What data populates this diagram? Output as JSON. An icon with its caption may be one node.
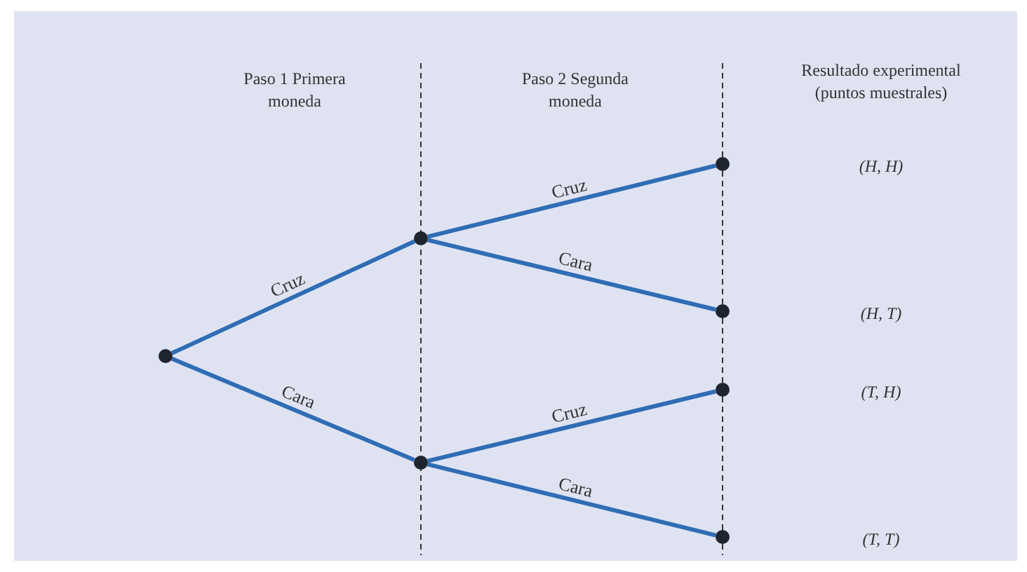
{
  "diagram": {
    "nodes": [
      {
        "text": [],
        "shape": "circle"
      },
      {
        "text": [],
        "shape": "circle"
      },
      {
        "text": [],
        "shape": "circle"
      },
      {
        "text": [],
        "shape": "circle"
      },
      {
        "text": [],
        "shape": "circle"
      },
      {
        "text": [],
        "shape": "circle"
      },
      {
        "text": [],
        "shape": "circle"
      }
    ],
    "edges": [
      {
        "from": 0,
        "to": 1,
        "arrow": "none",
        "label": "Cruz"
      },
      {
        "from": 0,
        "to": 2,
        "arrow": "none",
        "label": "Cara"
      },
      {
        "from": 1,
        "to": 3,
        "arrow": "none",
        "label": "Cruz"
      },
      {
        "from": 1,
        "to": 4,
        "arrow": "none",
        "label": "Cara"
      },
      {
        "from": 2,
        "to": 5,
        "arrow": "none",
        "label": "Cruz"
      },
      {
        "from": 2,
        "to": 6,
        "arrow": "none",
        "label": "Cara"
      }
    ],
    "labels": [
      "Paso 1 Primera moneda",
      "Paso 2 Segunda moneda",
      "Resultado experimental (puntos muestrales)",
      "(H, H)",
      "(H, T)",
      "(T, H)",
      "(T, T)"
    ]
  }
}
